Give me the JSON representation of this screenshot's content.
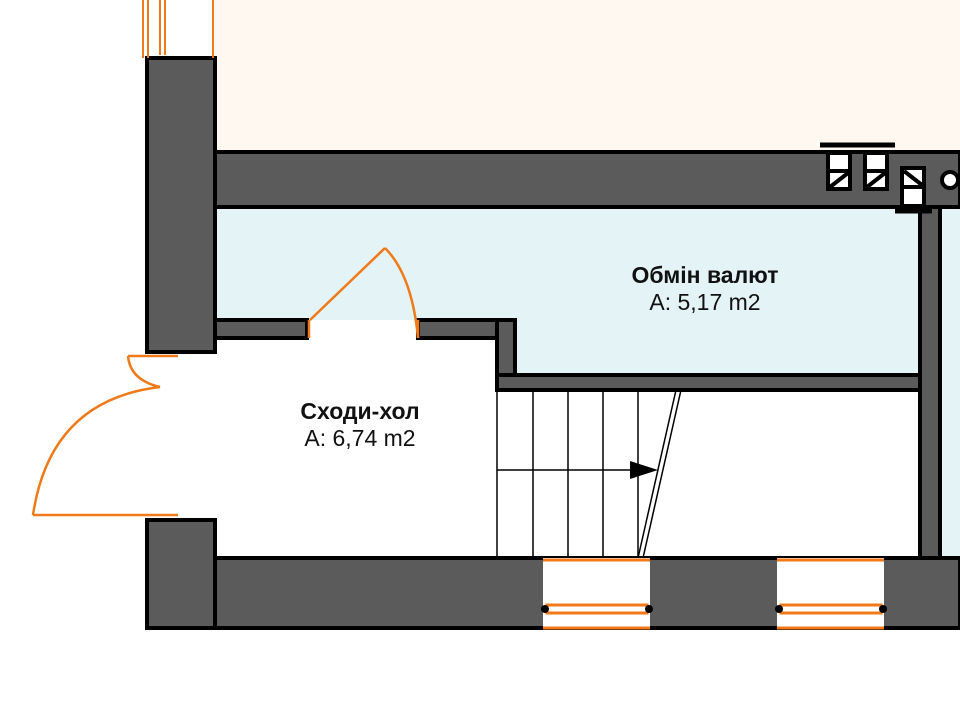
{
  "rooms": [
    {
      "name": "Обмін валют",
      "area": "A: 5,17 m2"
    },
    {
      "name": "Сходи-хол",
      "area": "A: 6,74 m2"
    }
  ],
  "colors": {
    "wall": "#5b5b5b",
    "outline": "#000000",
    "room_blue": "#e4f3f6",
    "outer_cream": "#fff8f0",
    "door_window": "#f07a1a"
  }
}
